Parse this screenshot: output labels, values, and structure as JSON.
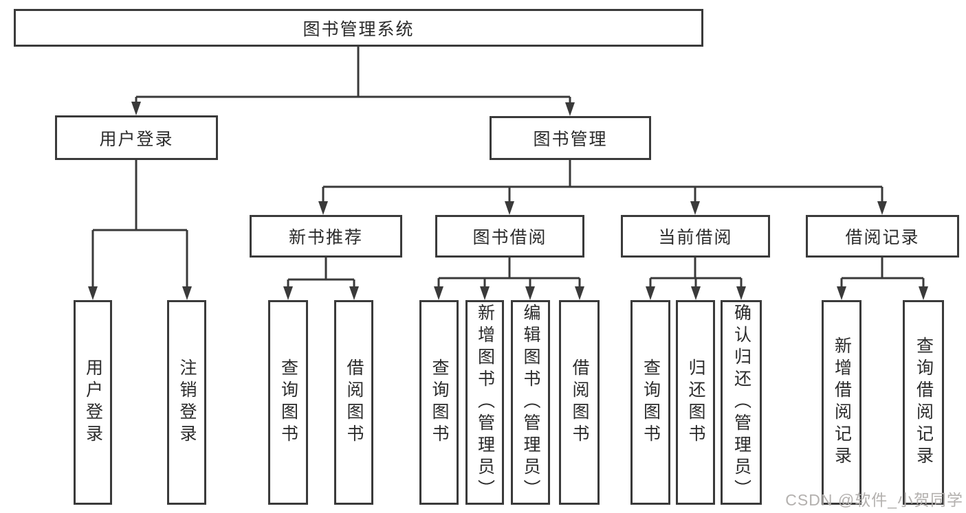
{
  "diagram": {
    "root": "图书管理系统",
    "branches": [
      {
        "label": "用户登录",
        "leaves": [
          "用户登录",
          "注销登录"
        ]
      },
      {
        "label": "图书管理",
        "sections": [
          {
            "label": "新书推荐",
            "leaves": [
              "查询图书",
              "借阅图书"
            ]
          },
          {
            "label": "图书借阅",
            "leaves": [
              "查询图书",
              "新增图书（管理员）",
              "编辑图书（管理员）",
              "借阅图书"
            ]
          },
          {
            "label": "当前借阅",
            "leaves": [
              "查询图书",
              "归还图书",
              "确认归还（管理员）"
            ]
          },
          {
            "label": "借阅记录",
            "leaves": [
              "新增借阅记录",
              "查询借阅记录"
            ]
          }
        ]
      }
    ]
  },
  "watermark": {
    "text": "CSDN @软件_小贺同学",
    "color": "#b3b0ae"
  },
  "colors": {
    "line": "#3a3a3a",
    "text": "#2b2b2b",
    "box_background": "#ffffff",
    "page_background": "#ffffff"
  }
}
